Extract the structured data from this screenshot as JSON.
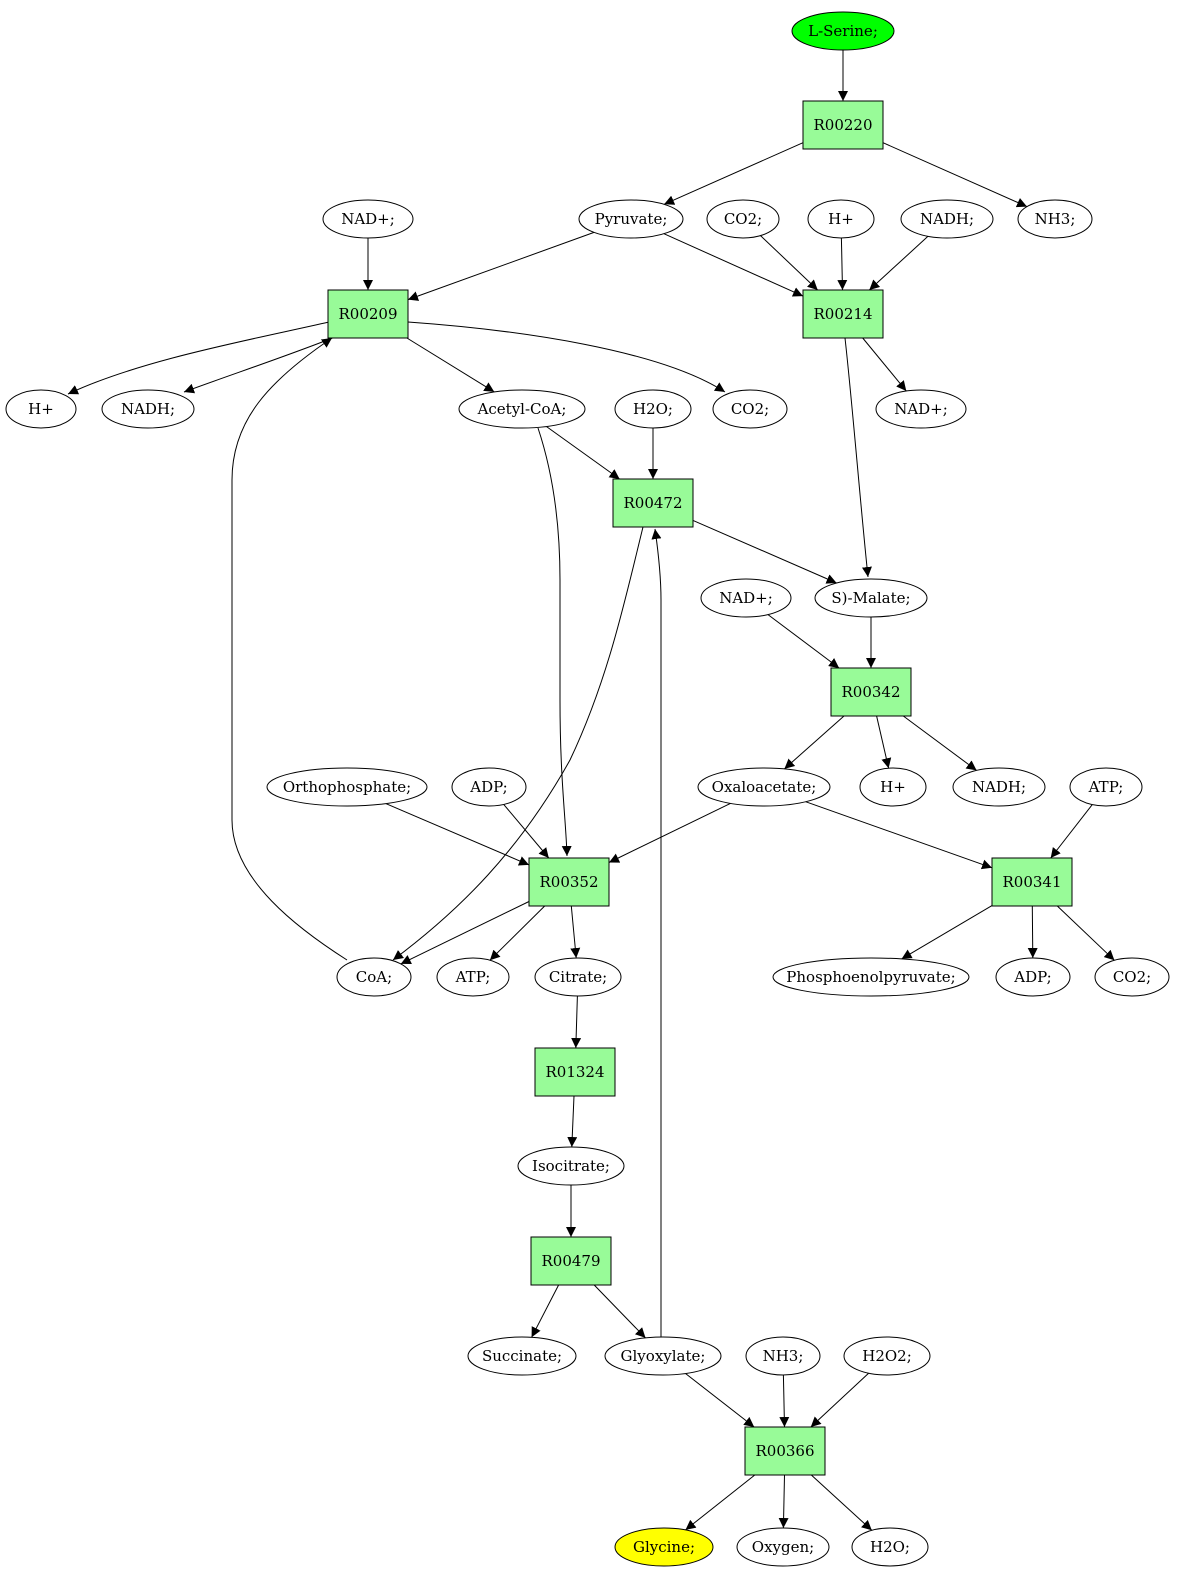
{
  "colors": {
    "reaction_fill": "#98fb98",
    "metabolite_fill": "#ffffff",
    "source_fill": "#00ff00",
    "target_fill": "#ffff00",
    "stroke": "#000000"
  },
  "nodes": [
    {
      "id": "lserine",
      "label": "L-Serine;",
      "kind": "source"
    },
    {
      "id": "r00220",
      "label": "R00220",
      "kind": "reaction"
    },
    {
      "id": "pyruvate",
      "label": "Pyruvate;",
      "kind": "metabolite"
    },
    {
      "id": "nh3_a",
      "label": "NH3;",
      "kind": "metabolite"
    },
    {
      "id": "nadplus_a",
      "label": "NAD+;",
      "kind": "metabolite"
    },
    {
      "id": "co2_a",
      "label": "CO2;",
      "kind": "metabolite"
    },
    {
      "id": "hplus_a",
      "label": "H+",
      "kind": "metabolite"
    },
    {
      "id": "nadh_a",
      "label": "NADH;",
      "kind": "metabolite"
    },
    {
      "id": "r00209",
      "label": "R00209",
      "kind": "reaction"
    },
    {
      "id": "r00214",
      "label": "R00214",
      "kind": "reaction"
    },
    {
      "id": "hplus_b",
      "label": "H+",
      "kind": "metabolite"
    },
    {
      "id": "nadh_b",
      "label": "NADH;",
      "kind": "metabolite"
    },
    {
      "id": "acetylcoa",
      "label": "Acetyl-CoA;",
      "kind": "metabolite"
    },
    {
      "id": "h2o_a",
      "label": "H2O;",
      "kind": "metabolite"
    },
    {
      "id": "co2_b",
      "label": "CO2;",
      "kind": "metabolite"
    },
    {
      "id": "nadplus_b",
      "label": "NAD+;",
      "kind": "metabolite"
    },
    {
      "id": "r00472",
      "label": "R00472",
      "kind": "reaction"
    },
    {
      "id": "nadplus_c",
      "label": "NAD+;",
      "kind": "metabolite"
    },
    {
      "id": "smalate",
      "label": "S)-Malate;",
      "kind": "metabolite"
    },
    {
      "id": "r00342",
      "label": "R00342",
      "kind": "reaction"
    },
    {
      "id": "orthophosphate",
      "label": "Orthophosphate;",
      "kind": "metabolite"
    },
    {
      "id": "adp_a",
      "label": "ADP;",
      "kind": "metabolite"
    },
    {
      "id": "oxaloacetate",
      "label": "Oxaloacetate;",
      "kind": "metabolite"
    },
    {
      "id": "hplus_c",
      "label": "H+",
      "kind": "metabolite"
    },
    {
      "id": "nadh_c",
      "label": "NADH;",
      "kind": "metabolite"
    },
    {
      "id": "atp_a",
      "label": "ATP;",
      "kind": "metabolite"
    },
    {
      "id": "r00352",
      "label": "R00352",
      "kind": "reaction"
    },
    {
      "id": "r00341",
      "label": "R00341",
      "kind": "reaction"
    },
    {
      "id": "coa",
      "label": "CoA;",
      "kind": "metabolite"
    },
    {
      "id": "atp_b",
      "label": "ATP;",
      "kind": "metabolite"
    },
    {
      "id": "citrate",
      "label": "Citrate;",
      "kind": "metabolite"
    },
    {
      "id": "pep",
      "label": "Phosphoenolpyruvate;",
      "kind": "metabolite"
    },
    {
      "id": "adp_b",
      "label": "ADP;",
      "kind": "metabolite"
    },
    {
      "id": "co2_c",
      "label": "CO2;",
      "kind": "metabolite"
    },
    {
      "id": "r01324",
      "label": "R01324",
      "kind": "reaction"
    },
    {
      "id": "isocitrate",
      "label": "Isocitrate;",
      "kind": "metabolite"
    },
    {
      "id": "r00479",
      "label": "R00479",
      "kind": "reaction"
    },
    {
      "id": "succinate",
      "label": "Succinate;",
      "kind": "metabolite"
    },
    {
      "id": "glyoxylate",
      "label": "Glyoxylate;",
      "kind": "metabolite"
    },
    {
      "id": "nh3_b",
      "label": "NH3;",
      "kind": "metabolite"
    },
    {
      "id": "h2o2",
      "label": "H2O2;",
      "kind": "metabolite"
    },
    {
      "id": "r00366",
      "label": "R00366",
      "kind": "reaction"
    },
    {
      "id": "glycine",
      "label": "Glycine;",
      "kind": "target"
    },
    {
      "id": "oxygen",
      "label": "Oxygen;",
      "kind": "metabolite"
    },
    {
      "id": "h2o_b",
      "label": "H2O;",
      "kind": "metabolite"
    }
  ],
  "edges": [
    {
      "from": "lserine",
      "to": "r00220"
    },
    {
      "from": "r00220",
      "to": "pyruvate"
    },
    {
      "from": "r00220",
      "to": "nh3_a"
    },
    {
      "from": "nadplus_a",
      "to": "r00209"
    },
    {
      "from": "pyruvate",
      "to": "r00209"
    },
    {
      "from": "pyruvate",
      "to": "r00214"
    },
    {
      "from": "co2_a",
      "to": "r00214"
    },
    {
      "from": "hplus_a",
      "to": "r00214"
    },
    {
      "from": "nadh_a",
      "to": "r00214"
    },
    {
      "from": "r00209",
      "to": "hplus_b"
    },
    {
      "from": "r00209",
      "to": "nadh_b"
    },
    {
      "from": "r00209",
      "to": "acetylcoa"
    },
    {
      "from": "r00209",
      "to": "co2_b"
    },
    {
      "from": "r00214",
      "to": "nadplus_b"
    },
    {
      "from": "r00214",
      "to": "smalate"
    },
    {
      "from": "acetylcoa",
      "to": "r00472"
    },
    {
      "from": "h2o_a",
      "to": "r00472"
    },
    {
      "from": "acetylcoa",
      "to": "r00352"
    },
    {
      "from": "r00472",
      "to": "smalate"
    },
    {
      "from": "r00472",
      "to": "coa"
    },
    {
      "from": "nadplus_c",
      "to": "r00342"
    },
    {
      "from": "smalate",
      "to": "r00342"
    },
    {
      "from": "r00342",
      "to": "oxaloacetate"
    },
    {
      "from": "r00342",
      "to": "hplus_c"
    },
    {
      "from": "r00342",
      "to": "nadh_c"
    },
    {
      "from": "orthophosphate",
      "to": "r00352"
    },
    {
      "from": "adp_a",
      "to": "r00352"
    },
    {
      "from": "oxaloacetate",
      "to": "r00352"
    },
    {
      "from": "oxaloacetate",
      "to": "r00341"
    },
    {
      "from": "atp_a",
      "to": "r00341"
    },
    {
      "from": "r00352",
      "to": "coa"
    },
    {
      "from": "r00352",
      "to": "atp_b"
    },
    {
      "from": "r00352",
      "to": "citrate"
    },
    {
      "from": "coa",
      "to": "r00209"
    },
    {
      "from": "r00341",
      "to": "pep"
    },
    {
      "from": "r00341",
      "to": "adp_b"
    },
    {
      "from": "r00341",
      "to": "co2_c"
    },
    {
      "from": "citrate",
      "to": "r01324"
    },
    {
      "from": "r01324",
      "to": "isocitrate"
    },
    {
      "from": "isocitrate",
      "to": "r00479"
    },
    {
      "from": "r00479",
      "to": "succinate"
    },
    {
      "from": "r00479",
      "to": "glyoxylate"
    },
    {
      "from": "glyoxylate",
      "to": "r00472"
    },
    {
      "from": "glyoxylate",
      "to": "r00366"
    },
    {
      "from": "nh3_b",
      "to": "r00366"
    },
    {
      "from": "h2o2",
      "to": "r00366"
    },
    {
      "from": "r00366",
      "to": "glycine"
    },
    {
      "from": "r00366",
      "to": "oxygen"
    },
    {
      "from": "r00366",
      "to": "h2o_b"
    }
  ]
}
